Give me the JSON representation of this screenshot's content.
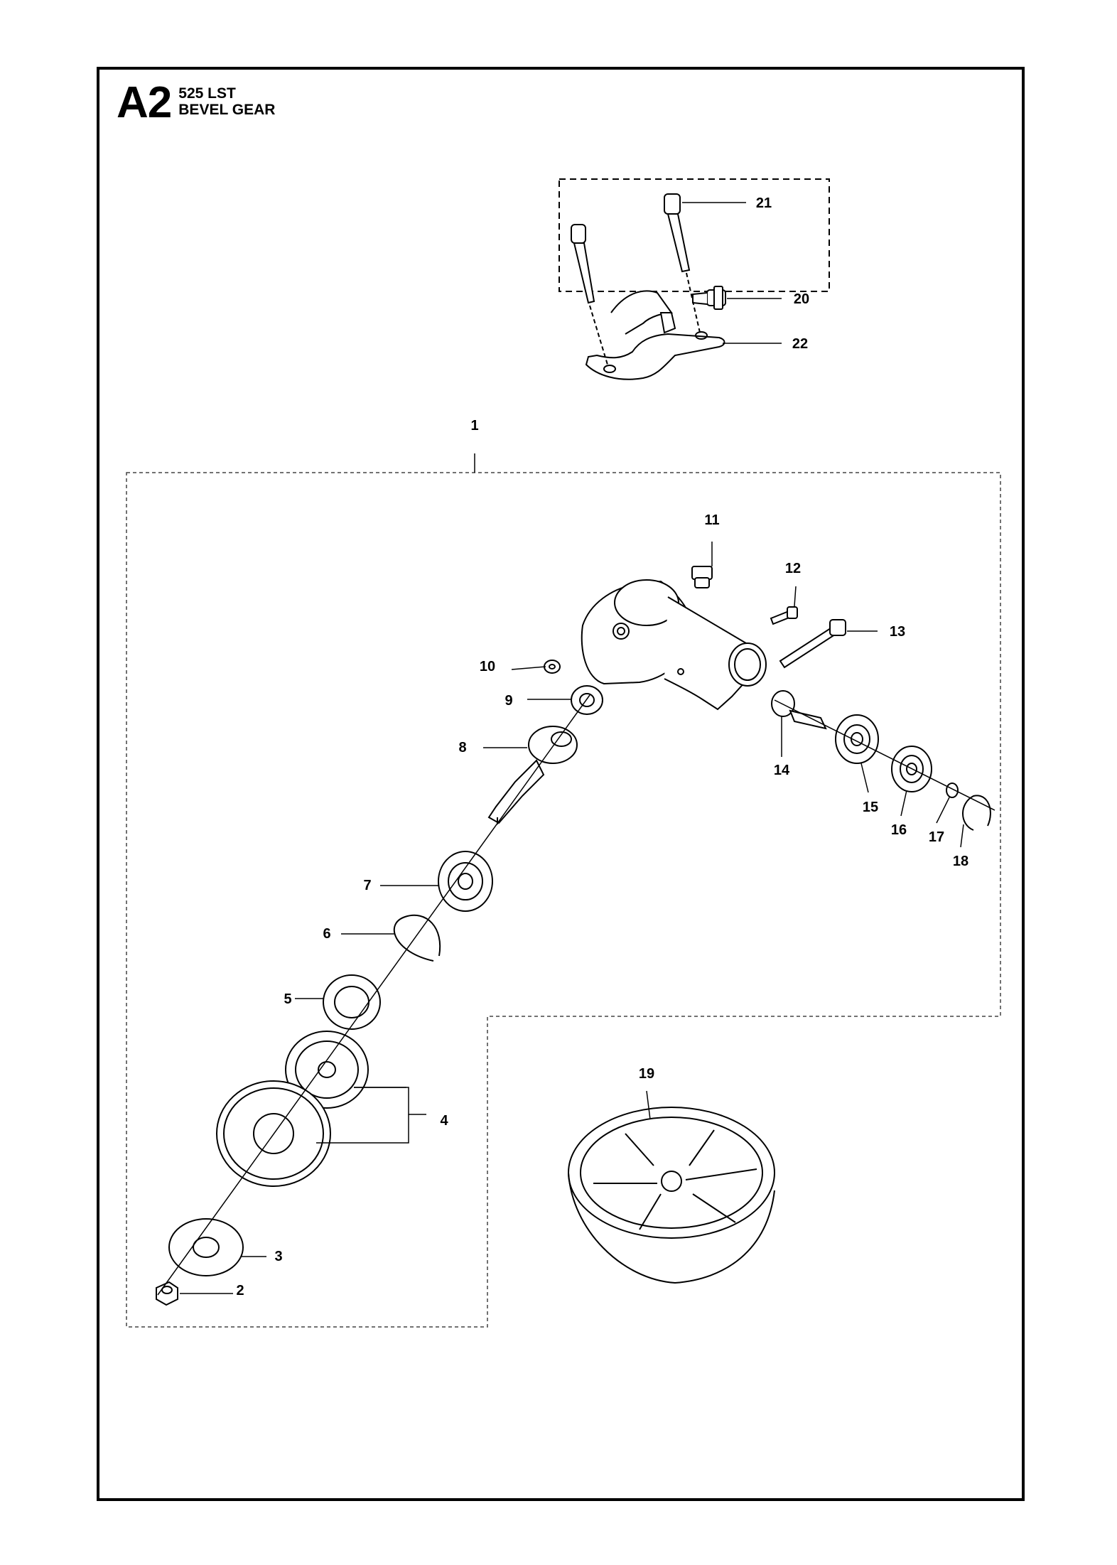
{
  "header": {
    "sheet_code": "A2",
    "model": "525 LST",
    "section": "BEVEL GEAR"
  },
  "callouts": {
    "c1": "1",
    "c2": "2",
    "c3": "3",
    "c4": "4",
    "c5": "5",
    "c6": "6",
    "c7": "7",
    "c8": "8",
    "c9": "9",
    "c10": "10",
    "c11": "11",
    "c12": "12",
    "c13": "13",
    "c14": "14",
    "c15": "15",
    "c16": "16",
    "c17": "17",
    "c18": "18",
    "c19": "19",
    "c20": "20",
    "c21": "21",
    "c22": "22"
  }
}
